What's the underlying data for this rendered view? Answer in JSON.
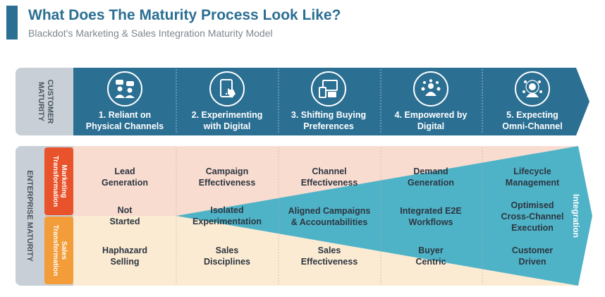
{
  "header": {
    "title": "What Does The Maturity Process Look Like?",
    "subtitle": "Blackdot's Marketing & Sales Integration Maturity Model"
  },
  "customer_maturity": {
    "label_line1": "CUSTOMER",
    "label_line2": "MATURITY",
    "stages": [
      {
        "line1": "1. Reliant on",
        "line2": "Physical Channels",
        "icon": "conversation-people-icon"
      },
      {
        "line1": "2. Experimenting",
        "line2": "with Digital",
        "icon": "touch-tablet-icon"
      },
      {
        "line1": "3. Shifting Buying",
        "line2": "Preferences",
        "icon": "multi-device-icon"
      },
      {
        "line1": "4. Empowered by",
        "line2": "Digital",
        "icon": "network-people-icon"
      },
      {
        "line1": "5. Expecting",
        "line2": "Omni-Channel",
        "icon": "connected-person-icon"
      }
    ]
  },
  "enterprise_maturity": {
    "label": "ENTERPRISE MATURITY",
    "marketing_label_line1": "Marketing",
    "marketing_label_line2": "Transformation",
    "sales_label_line1": "Sales",
    "sales_label_line2": "Transformation",
    "integration_label": "Integration",
    "marketing_row": [
      {
        "line1": "Lead",
        "line2": "Generation"
      },
      {
        "line1": "Campaign",
        "line2": "Effectiveness"
      },
      {
        "line1": "Channel",
        "line2": "Effectiveness"
      },
      {
        "line1": "Demand",
        "line2": "Generation"
      },
      {
        "line1": "Lifecycle",
        "line2": "Management"
      }
    ],
    "middle_row": [
      {
        "line1": "Not",
        "line2": "Started"
      },
      {
        "line1": "Isolated",
        "line2": "Experimentation"
      },
      {
        "line1": "Aligned Campaigns",
        "line2": "& Accountabilities"
      },
      {
        "line1": "Integrated E2E",
        "line2": "Workflows"
      },
      {
        "line1": "Optimised",
        "line2": "Cross-Channel",
        "line3": "Execution"
      }
    ],
    "sales_row": [
      {
        "line1": "Haphazard",
        "line2": "Selling"
      },
      {
        "line1": "Sales",
        "line2": "Disciplines"
      },
      {
        "line1": "Sales",
        "line2": "Effectiveness"
      },
      {
        "line1": "Buyer",
        "line2": "Centric"
      },
      {
        "line1": "Customer",
        "line2": "Driven"
      }
    ]
  },
  "colors": {
    "arrow_blue": "#2b6f93",
    "side_grey": "#c8cfd6",
    "marketing_orange": "#e8532b",
    "sales_orange": "#f29d3a",
    "marketing_band": "#f9dcd0",
    "sales_band": "#fcebd3",
    "integration_teal": "#4fb3c8"
  }
}
